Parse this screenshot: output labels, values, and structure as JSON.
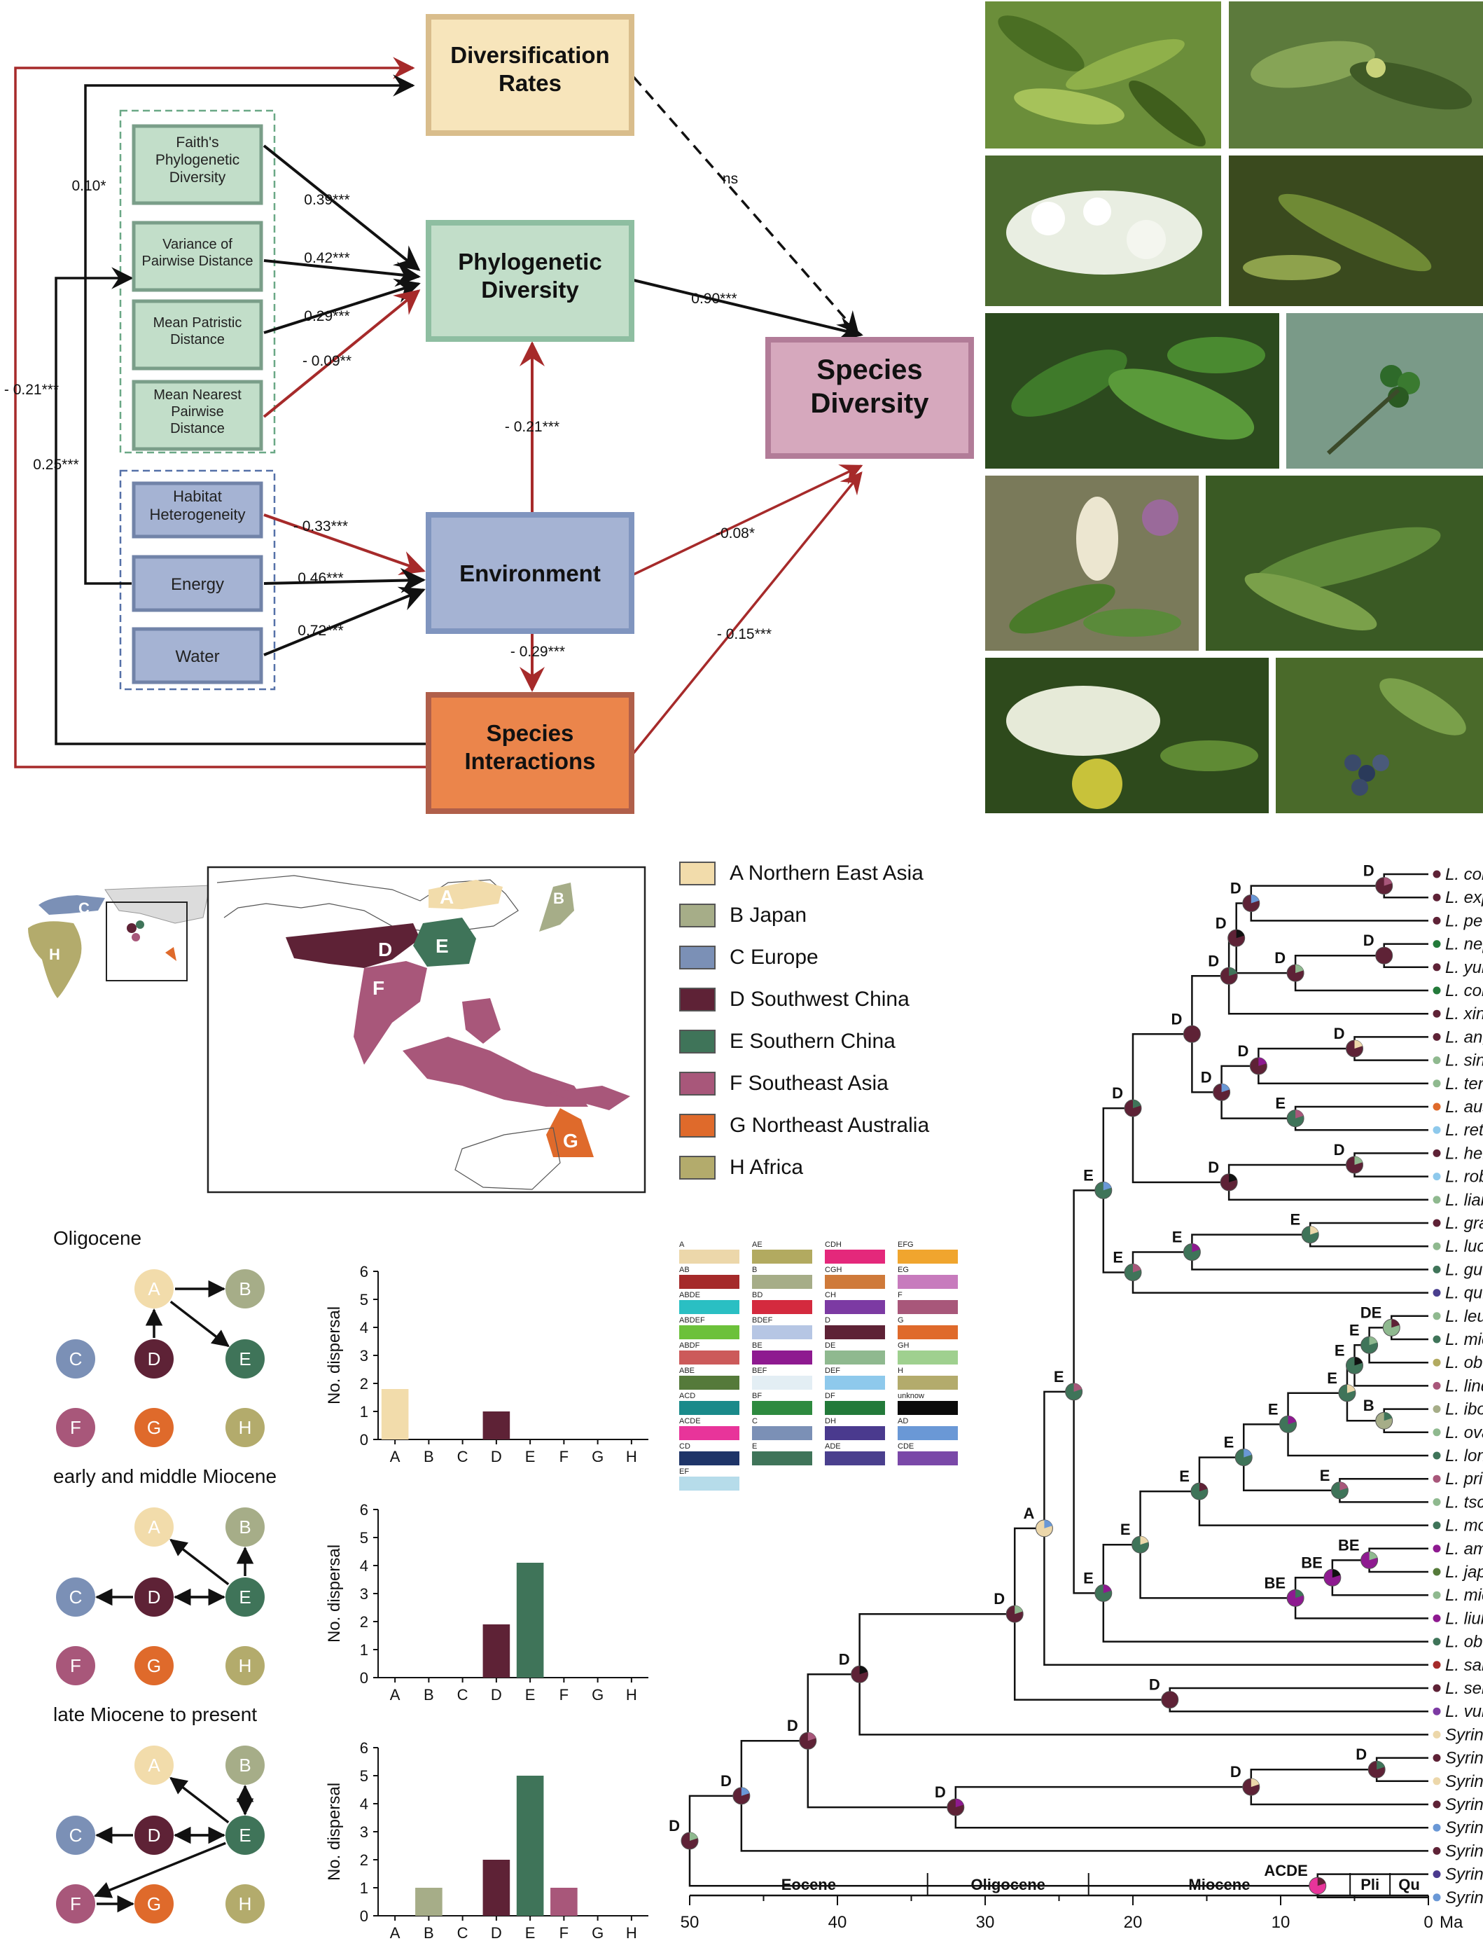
{
  "sem": {
    "boxes": {
      "diversification": "Diversification Rates",
      "phylogenetic": "Phylogenetic Diversity",
      "species_diversity": "Species Diversity",
      "environment": "Environment",
      "interactions": "Species Interactions",
      "faith": "Faith's Phylogenetic Diversity",
      "variance": "Variance of Pairwise Distance",
      "mean_patristic": "Mean Patristic Distance",
      "mean_nearest": "Mean Nearest Pairwise Distance",
      "habitat": "Habitat Heterogeneity",
      "energy": "Energy",
      "water": "Water"
    },
    "coefficients": {
      "faith_pd": "0.39***",
      "variance_pd": "0.42***",
      "patristic_pd": "0.29***",
      "nearest_pd": "- 0.09**",
      "habitat_env": "- 0.33***",
      "energy_env": "0.46***",
      "water_env": "0.72***",
      "env_pd": "- 0.21***",
      "env_int": "- 0.29***",
      "env_sd": "-0.08*",
      "int_sd": "- 0.15***",
      "pd_sd": "0.90***",
      "dr_sd": "ns",
      "energy_dr": "0.10*",
      "int_pd": "0.25***",
      "int_dr": "- 0.21***"
    }
  },
  "regions": [
    {
      "code": "A",
      "label": "A Northern East Asia",
      "color": "#f2dcab"
    },
    {
      "code": "B",
      "label": "B Japan",
      "color": "#a6ad88"
    },
    {
      "code": "C",
      "label": "C Europe",
      "color": "#7b90b6"
    },
    {
      "code": "D",
      "label": "D Southwest China",
      "color": "#5e2236"
    },
    {
      "code": "E",
      "label": "E Southern China",
      "color": "#3f7459"
    },
    {
      "code": "F",
      "label": "F Southeast Asia",
      "color": "#a8577a"
    },
    {
      "code": "G",
      "label": "G Northeast Australia",
      "color": "#df6a2b"
    },
    {
      "code": "H",
      "label": "H Africa",
      "color": "#b3ab6c"
    }
  ],
  "combo_legend": [
    {
      "code": "A",
      "color": "#ecd7aa"
    },
    {
      "code": "AE",
      "color": "#b2aa60"
    },
    {
      "code": "CDH",
      "color": "#e4287b"
    },
    {
      "code": "EFG",
      "color": "#f0a52e"
    },
    {
      "code": "AB",
      "color": "#a52a2a"
    },
    {
      "code": "B",
      "color": "#a6ad88"
    },
    {
      "code": "CGH",
      "color": "#cf7a3a"
    },
    {
      "code": "EG",
      "color": "#c77bbd"
    },
    {
      "code": "ABDE",
      "color": "#2abfc3"
    },
    {
      "code": "BD",
      "color": "#d42a3e"
    },
    {
      "code": "CH",
      "color": "#7c3aa3"
    },
    {
      "code": "F",
      "color": "#a8577a"
    },
    {
      "code": "ABDEF",
      "color": "#6cc13a"
    },
    {
      "code": "BDEF",
      "color": "#b6c6e4"
    },
    {
      "code": "D",
      "color": "#5e2236"
    },
    {
      "code": "G",
      "color": "#df6a2b"
    },
    {
      "code": "ABDF",
      "color": "#cc5a5a"
    },
    {
      "code": "BE",
      "color": "#8e1a90"
    },
    {
      "code": "DE",
      "color": "#8fb98f"
    },
    {
      "code": "GH",
      "color": "#9fd08f"
    },
    {
      "code": "ABE",
      "color": "#557a3a"
    },
    {
      "code": "BEF",
      "color": "#e3eef4"
    },
    {
      "code": "DEF",
      "color": "#8ec9ec"
    },
    {
      "code": "H",
      "color": "#b3ab6c"
    },
    {
      "code": "ACD",
      "color": "#1a8a8a"
    },
    {
      "code": "BF",
      "color": "#2e8a3f"
    },
    {
      "code": "DF",
      "color": "#237a3a"
    },
    {
      "code": "unknow",
      "color": "#0a0a0a"
    },
    {
      "code": "ACDE",
      "color": "#e8349a"
    },
    {
      "code": "C",
      "color": "#7b90b6"
    },
    {
      "code": "DH",
      "color": "#4a3a8e"
    },
    {
      "code": "AD",
      "color": "#6a98d6"
    },
    {
      "code": "CD",
      "color": "#1e3468"
    },
    {
      "code": "E",
      "color": "#3f7459"
    },
    {
      "code": "ADE",
      "color": "#4a3f8e"
    },
    {
      "code": "CDE",
      "color": "#7a48a8"
    },
    {
      "code": "EF",
      "color": "#b6dcea"
    }
  ],
  "periods": [
    {
      "title": "Oligocene",
      "edges": [
        [
          "A",
          "B"
        ],
        [
          "D",
          "A"
        ],
        [
          "A",
          "E"
        ]
      ],
      "chart_data": {
        "type": "bar",
        "categories": [
          "A",
          "B",
          "C",
          "D",
          "E",
          "F",
          "G",
          "H"
        ],
        "values": [
          1.8,
          0,
          0,
          1,
          0,
          0,
          0,
          0
        ],
        "ylabel": "No. dispersal",
        "ylim": [
          0,
          6
        ]
      }
    },
    {
      "title": "early and middle Miocene",
      "edges": [
        [
          "E",
          "A"
        ],
        [
          "E",
          "B"
        ],
        [
          "D",
          "C"
        ],
        [
          "E",
          "D"
        ],
        [
          "D",
          "E"
        ]
      ],
      "chart_data": {
        "type": "bar",
        "categories": [
          "A",
          "B",
          "C",
          "D",
          "E",
          "F",
          "G",
          "H"
        ],
        "values": [
          0,
          0,
          0,
          1.9,
          4.1,
          0,
          0,
          0
        ],
        "ylabel": "No. dispersal",
        "ylim": [
          0,
          6
        ]
      }
    },
    {
      "title": "late Miocene to present",
      "edges": [
        [
          "E",
          "A"
        ],
        [
          "E",
          "B"
        ],
        [
          "B",
          "E"
        ],
        [
          "D",
          "C"
        ],
        [
          "E",
          "D"
        ],
        [
          "D",
          "E"
        ],
        [
          "E",
          "F"
        ],
        [
          "F",
          "G"
        ]
      ],
      "chart_data": {
        "type": "bar",
        "categories": [
          "A",
          "B",
          "C",
          "D",
          "E",
          "F",
          "G",
          "H"
        ],
        "values": [
          0,
          1,
          0,
          2,
          5,
          1,
          0,
          0
        ],
        "ylabel": "No. dispersal",
        "ylim": [
          0,
          6
        ]
      }
    }
  ],
  "tree": {
    "tips": [
      "L. compactum",
      "L. expansum",
      "L. peduncularE",
      "L. nepalense",
      "L. yunguiense",
      "L. confusum",
      "L. xingrenense",
      "L. angustum",
      "L. sinense",
      "L. tenuipes",
      "L. australianum",
      "L. retusum",
      "L. henryi",
      "L. robustum",
      "L. lianum",
      "L. gracile",
      "L. lucidum",
      "L. guangdongense",
      "L. quihoui",
      "L. leucanthum",
      "L. microphyllum",
      "L. obtusifolium",
      "L. lindleyi",
      "L. ibota",
      "L. ovalifolium",
      "L. longitubum",
      "L. pricei",
      "L. tschonoskii",
      "L. morrisonense",
      "L. amamianum",
      "L. japonicum",
      "L. micranthum",
      "L. liukiuense",
      "L. obovatilimbum",
      "L. salicinum",
      "L. sempervirens",
      "L. vulgare",
      "Syringa reticulata",
      "Syringa tomentella",
      "Syringa wolfii",
      "Syringa komarowii",
      "Syringa pubescens",
      "Syringa pinnatifolia",
      "Syringa oblata",
      "Syringa vulgaris"
    ],
    "tip_colors": [
      "#5e2236",
      "#5e2236",
      "#5e2236",
      "#237a3a",
      "#5e2236",
      "#237a3a",
      "#5e2236",
      "#5e2236",
      "#8fb98f",
      "#8fb98f",
      "#df6a2b",
      "#8ec9ec",
      "#5e2236",
      "#8ec9ec",
      "#8fb98f",
      "#5e2236",
      "#8fb98f",
      "#3f7459",
      "#4a3f8e",
      "#8fb98f",
      "#3f7459",
      "#b2aa60",
      "#a8577a",
      "#a6ad88",
      "#8fb98f",
      "#3f7459",
      "#a8577a",
      "#8fb98f",
      "#3f7459",
      "#8e1a90",
      "#557a3a",
      "#8fb98f",
      "#8e1a90",
      "#3f7459",
      "#a52a2a",
      "#5e2236",
      "#7c3aa3",
      "#ecd7aa",
      "#5e2236",
      "#ecd7aa",
      "#5e2236",
      "#6a98d6",
      "#5e2236",
      "#4a3a8e",
      "#6a98d6"
    ],
    "time_axis": {
      "ticks": [
        "50",
        "40",
        "30",
        "20",
        "10",
        "0"
      ],
      "unit": "Ma"
    },
    "epochs": [
      "Eocene",
      "Oligocene",
      "Miocene",
      "Pli",
      "Qu"
    ]
  }
}
